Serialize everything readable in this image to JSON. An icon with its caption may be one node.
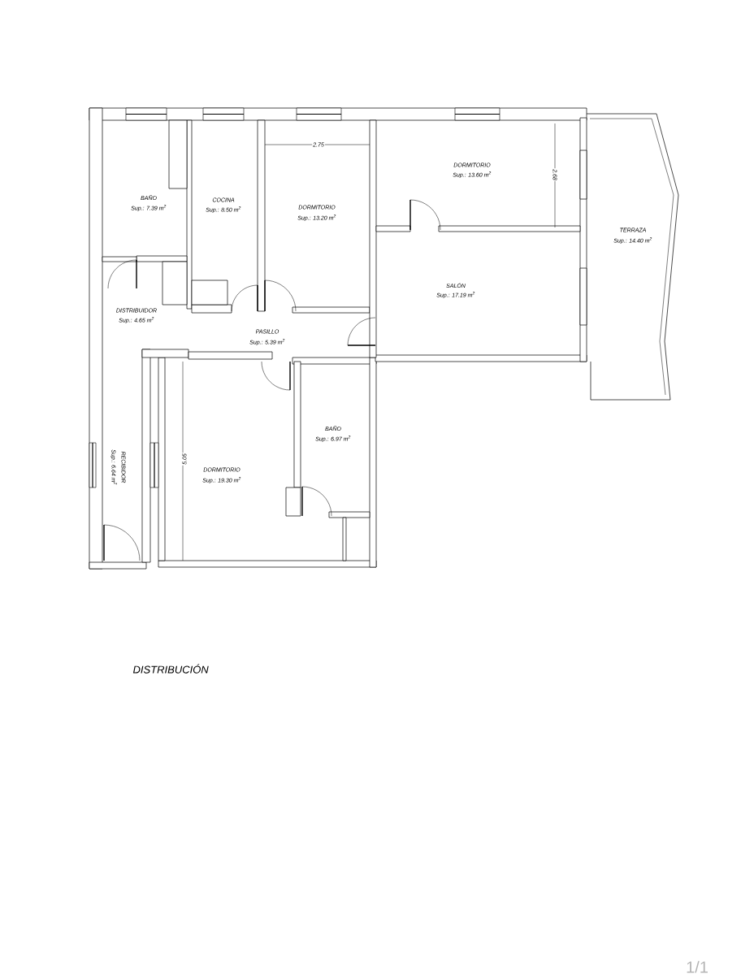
{
  "diagram": {
    "title": "DISTRIBUCIÓN",
    "labels": [
      "BAÑO",
      "Sup.: 7.39 m$^{2}$",
      "COCINA",
      "Sup.: 8.50 m$^{2}$",
      "2.75",
      "DORMITORIO",
      "Sup.: 13.20 m$^{2}$",
      "DORMITORIO",
      "Sup.: 13.60 m$^{2}$",
      "2.68",
      "TERRAZA",
      "Sup.: 14.40 m$^{2}$",
      "SALÓN",
      "Sup.: 17.19 m$^{2}$",
      "DISTRIBUIDOR",
      "Sup.: 4.65 m$^{2}$",
      "PASILLO",
      "Sup.: 5.39 m$^{2}$",
      "BAÑO",
      "Sup.: 6.97 m$^{2}$",
      "RECIBIDOR",
      "Sup.: 6.64 m$^{2}$",
      "5.05",
      "DORMITORIO",
      "Sup.: 19.30 m$^{2}$",
      "1/1"
    ]
  }
}
